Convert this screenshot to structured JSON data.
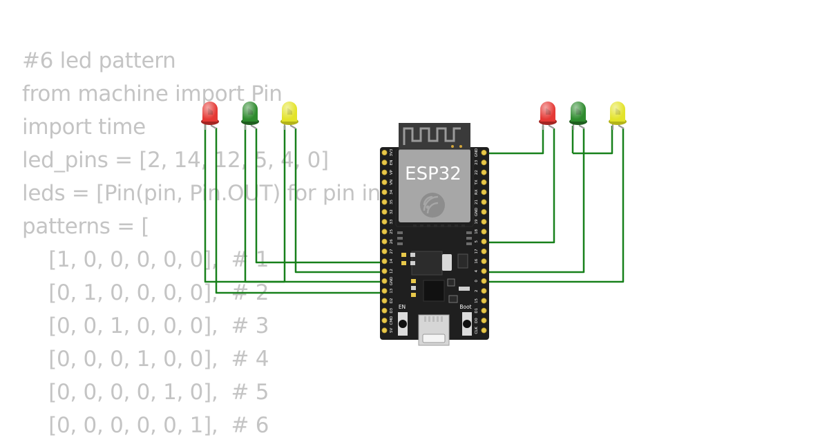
{
  "code": {
    "lines": [
      "#6 led pattern",
      "from machine import Pin",
      "import time",
      "led_pins = [2, 14, 12, 5, 4, 0]",
      "leds = [Pin(pin, Pin.OUT) for pin in",
      "patterns = [",
      "    [1, 0, 0, 0, 0, 0],  # 1",
      "    [0, 1, 0, 0, 0, 0],  # 2",
      "    [0, 0, 1, 0, 0, 0],  # 3",
      "    [0, 0, 0, 1, 0, 0],  # 4",
      "    [0, 0, 0, 0, 1, 0],  # 5",
      "    [0, 0, 0, 0, 0, 1],  # 6"
    ]
  },
  "board": {
    "label": "ESP32",
    "en_label": "EN",
    "boot_label": "Boot",
    "left_pins": [
      "3V3",
      "EN",
      "VP",
      "VN",
      "34",
      "35",
      "32",
      "33",
      "25",
      "26",
      "27",
      "14",
      "12",
      "GND",
      "13",
      "D2",
      "D3",
      "CMD",
      "5V"
    ],
    "right_pins": [
      "GND",
      "23",
      "22",
      "TX",
      "RX",
      "21",
      "GND",
      "19",
      "18",
      "5",
      "17",
      "16",
      "4",
      "0",
      "2",
      "15",
      "D1",
      "D0",
      "CLK"
    ]
  },
  "leds": [
    {
      "name": "led-red-left",
      "color": "red"
    },
    {
      "name": "led-green-left",
      "color": "green"
    },
    {
      "name": "led-yellow-left",
      "color": "yellow"
    },
    {
      "name": "led-red-right",
      "color": "red"
    },
    {
      "name": "led-green-right",
      "color": "green"
    },
    {
      "name": "led-yellow-right",
      "color": "yellow"
    }
  ],
  "colors": {
    "code_text": "#c4c4c4",
    "wire": "#17801a",
    "board": "#1f1f1f",
    "pin_gold": "#e8c84a",
    "led_red": "#e53935",
    "led_green": "#2e8b2e",
    "led_yellow": "#e3e32a"
  }
}
